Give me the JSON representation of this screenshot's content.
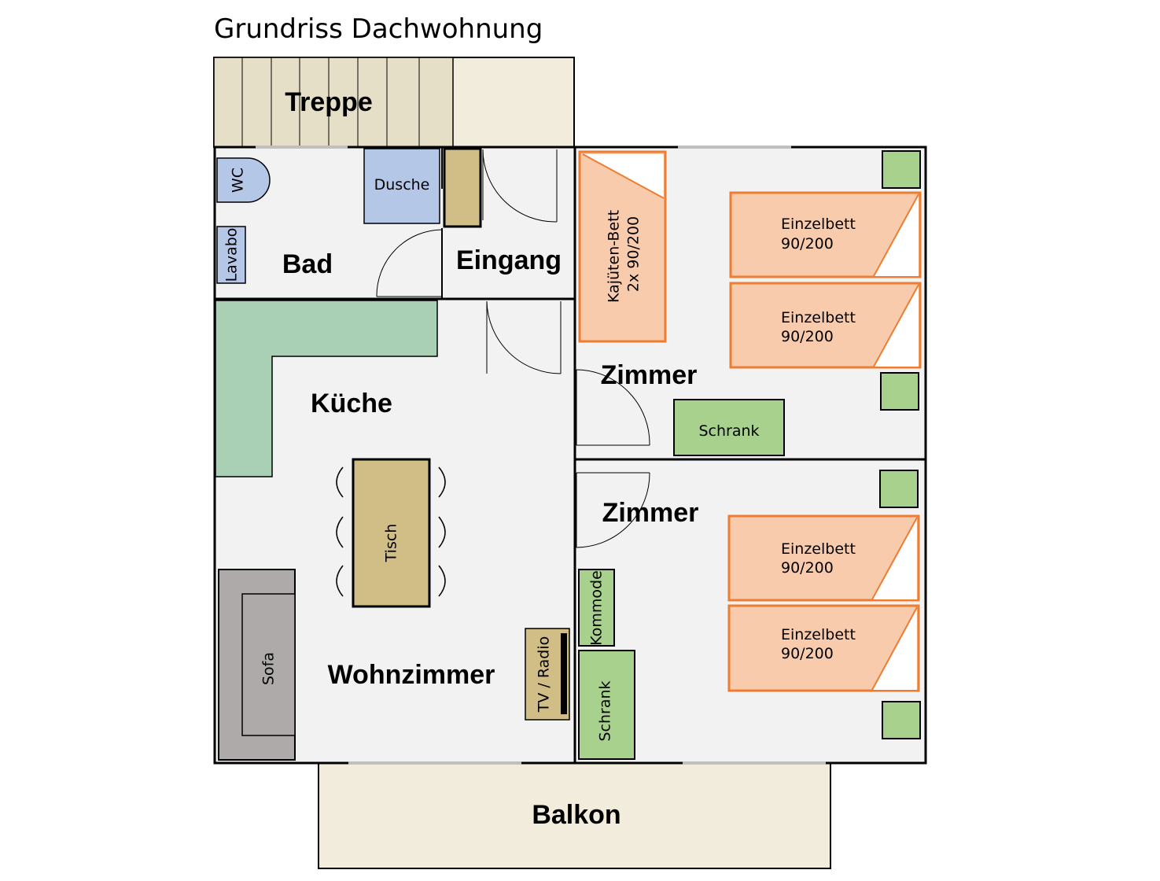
{
  "title": "Grundriss Dachwohnung",
  "rooms": {
    "treppe": "Treppe",
    "bad": "Bad",
    "eingang": "Eingang",
    "kueche": "Küche",
    "wohnzimmer": "Wohnzimmer",
    "zimmer1": "Zimmer",
    "zimmer2": "Zimmer",
    "balkon": "Balkon"
  },
  "furniture": {
    "wc": "WC",
    "lavabo": "Lavabo",
    "dusche": "Dusche",
    "bunk_bed_line1": "Kajüten-Bett",
    "bunk_bed_line2": "2x  90/200",
    "bed_name": "Einzelbett",
    "bed_size": "90/200",
    "schrank": "Schrank",
    "kommode": "Kommode",
    "tisch": "Tisch",
    "sofa": "Sofa",
    "tv_radio": "TV / Radio"
  },
  "colors": {
    "wall": "#000000",
    "floor": "#f2f2f2",
    "stairs": "#e6dfc8",
    "balcony": "#f2ecdc",
    "sanitary": "#b4c7e7",
    "wood": "#d1bd86",
    "kitchen": "#a9cfb4",
    "green_furniture": "#a9d18e",
    "bed_fill": "#f8cbad",
    "bed_border": "#ed7d31",
    "sofa": "#aeaaaa"
  }
}
